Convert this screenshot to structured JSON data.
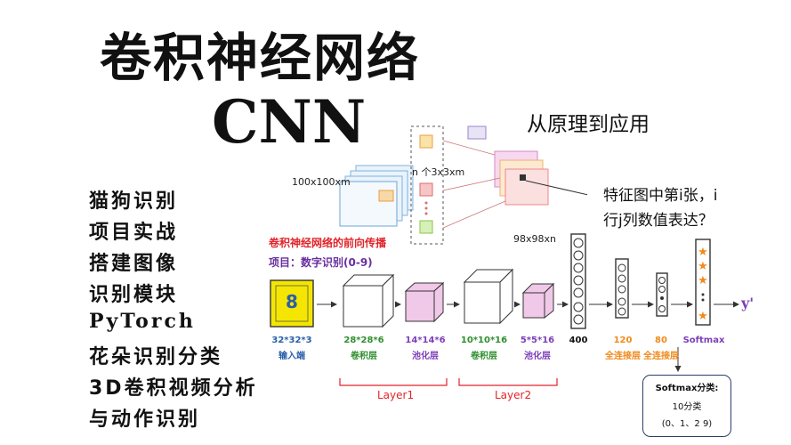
{
  "title": "卷积神经网络",
  "subtitle_cnn": "CNN",
  "subtitle_principle": "从原理到应用",
  "topics": [
    "猫狗识别",
    "项目实战",
    "搭建图像",
    "识别模块",
    "PyTorch",
    "花朵识别分类",
    "3D卷积视频分析",
    "与动作识别"
  ],
  "diagram_top": {
    "input_label": "100x100xm",
    "kernel_label": "n 个3x3xm",
    "output_label": "98x98xn",
    "question_line1": "特征图中第i张，i",
    "question_line2": "行j列数值表达？"
  },
  "forward_title": "卷积神经网络的前向传播",
  "project_label": "项目：数字识别(0-9)",
  "network": {
    "input_digit": "8",
    "output_symbol": "y'",
    "stages": [
      {
        "dim": "32*32*3",
        "name": "输入端"
      },
      {
        "dim": "28*28*6",
        "name": "卷积层"
      },
      {
        "dim": "14*14*6",
        "name": "池化层"
      },
      {
        "dim": "10*10*16",
        "name": "卷积层"
      },
      {
        "dim": "5*5*16",
        "name": "池化层"
      }
    ],
    "fc": [
      {
        "dim": "400",
        "name": ""
      },
      {
        "dim": "120",
        "name": "全连接层"
      },
      {
        "dim": "80",
        "name": "全连接层"
      }
    ],
    "softmax_label": "Softmax",
    "layer1": "Layer1",
    "layer2": "Layer2"
  },
  "softmax_box": {
    "title": "Softmax分类:",
    "line1": "10分类",
    "line2": "(0、1、2    9)"
  },
  "colors": {
    "input_box": "#f4e600",
    "pool": "#f0c8e8",
    "red": "#e1242a",
    "orange": "#f08a1c",
    "star": "#f08a1c",
    "navy": "#2b3f6b"
  }
}
